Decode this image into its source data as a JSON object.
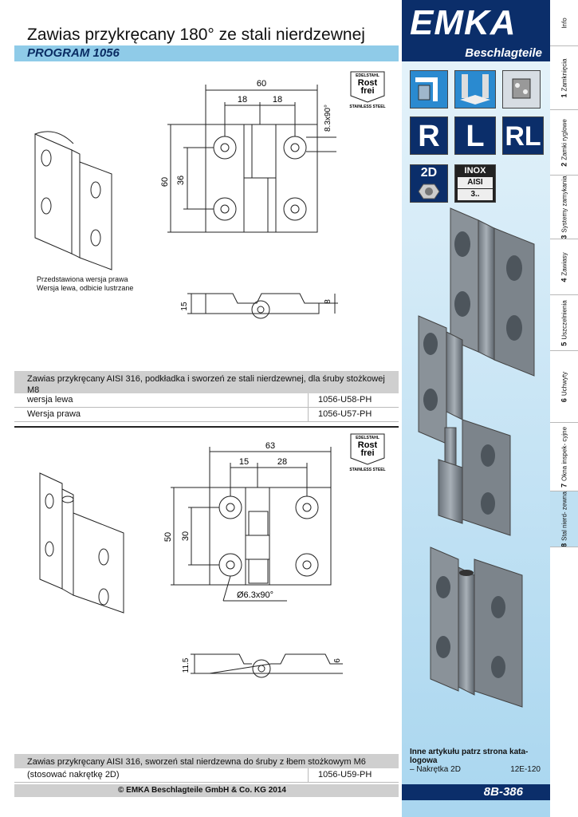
{
  "header": {
    "title": "Zawias przykręcany 180° ze stali nierdzewnej",
    "program": "PROGRAM 1056",
    "brand": "EMKA",
    "registered": "®",
    "category": "Beschlagteile"
  },
  "badge": {
    "line1": "EDELSTAHL",
    "line2": "Rost",
    "line3": "frei",
    "line4": "STAINLESS STEEL"
  },
  "side_icons": {
    "r": "R",
    "l": "L",
    "rl": "RL",
    "d2": "2D",
    "inox": "INOX",
    "aisi": "AISI",
    "aisi_num": "3.."
  },
  "tabs": [
    {
      "num": "",
      "label": "Info"
    },
    {
      "num": "1",
      "label": "Zamknięcia"
    },
    {
      "num": "2",
      "label": "Zamki ryglowe"
    },
    {
      "num": "3",
      "label": "Systemy zamykania"
    },
    {
      "num": "4",
      "label": "Zawiasy"
    },
    {
      "num": "5",
      "label": "Uszczelnienia"
    },
    {
      "num": "6",
      "label": "Uchwyty"
    },
    {
      "num": "7",
      "label": "Okna inspek- cyjne"
    },
    {
      "num": "8",
      "label": "Stal nierd- zewna"
    }
  ],
  "drawing1": {
    "dim_total": "60",
    "dim_left": "18",
    "dim_right": "18",
    "dim_height": "60",
    "dim_hole_spacing": "36",
    "dim_countersink": "8.3x90°",
    "dim_side_height": "15",
    "dim_side_thickness": "8",
    "note_line1": "Przedstawiona wersja prawa",
    "note_line2": "Wersja lewa, odbicie lustrzane"
  },
  "section1": {
    "title": "Zawias przykręcany AISI 316, podkładka i sworzeń ze stali nierdzewnej, dla śruby stożkowej M8",
    "rows": [
      {
        "label": "wersja lewa",
        "code": "1056-U58-PH"
      },
      {
        "label": "Wersja prawa",
        "code": "1056-U57-PH"
      }
    ]
  },
  "drawing2": {
    "dim_total": "63",
    "dim_left": "15",
    "dim_right": "28",
    "dim_height": "50",
    "dim_hole_spacing": "30",
    "dim_countersink": "Ø6.3x90°",
    "dim_side_height": "11.5",
    "dim_side_thickness": "6"
  },
  "section2": {
    "title": "Zawias przykręcany AISI 316, sworzeń stal nierdzewna do śruby z łbem stożkowym M6",
    "rows": [
      {
        "label": "(stosować nakrętkę 2D)",
        "code": "1056-U59-PH"
      }
    ]
  },
  "other_articles": {
    "heading": "Inne artykułu patrz strona kata- logowa",
    "item_label": "– Nakrętka 2D",
    "item_page": "12E-120"
  },
  "footer": {
    "copyright": "© EMKA Beschlagteile GmbH & Co. KG 2014",
    "page": "8B-386"
  }
}
